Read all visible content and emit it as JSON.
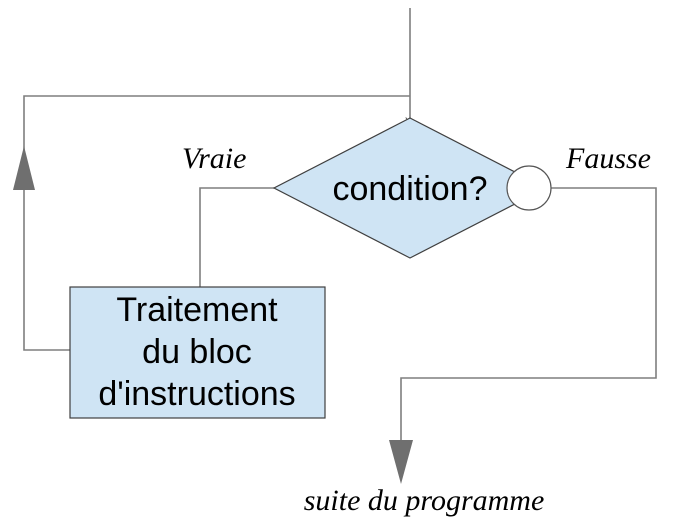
{
  "nodes": {
    "condition": {
      "label": "condition?"
    },
    "process": {
      "lines": [
        "Traitement",
        "du bloc",
        "d'instructions"
      ]
    }
  },
  "branches": {
    "true_label": "Vraie",
    "false_label": "Fausse"
  },
  "exit_label": "suite du programme",
  "colors": {
    "shape_fill": "#cfe4f4",
    "shape_stroke": "#3f3f3f",
    "connector": "#7f7f7f",
    "arrowhead": "#6f6f6f"
  }
}
